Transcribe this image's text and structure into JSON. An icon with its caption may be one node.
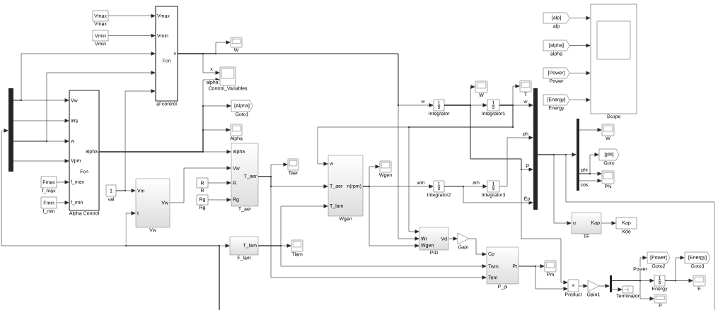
{
  "diagram": {
    "nodes": [
      {
        "text": [
          "Vmax"
        ],
        "beside": [
          "Vmax"
        ]
      },
      {
        "text": [
          "Vmin"
        ],
        "beside": [
          "Vmin"
        ]
      },
      {
        "text": [
          "Vmax",
          "Vmin",
          "Fcn",
          "x"
        ],
        "beside": [
          "af control"
        ]
      },
      {
        "text": [],
        "shape": "bar"
      },
      {
        "text": [
          "Vw",
          "Ws",
          "w",
          "Vpm",
          "f_max",
          "f_min",
          "Fcn",
          "alpha"
        ],
        "beside": [
          "Alpha Control"
        ]
      },
      {
        "text": [
          "Fmax"
        ],
        "beside": [
          "f_max"
        ]
      },
      {
        "text": [
          "Fmin"
        ],
        "beside": [
          "f_min"
        ]
      },
      {
        "text": [],
        "shape": "box",
        "beside": [
          "W"
        ]
      },
      {
        "text": [],
        "shape": "box",
        "beside": [
          "Control_Variables"
        ]
      },
      {
        "text": [
          "[Alpha]"
        ],
        "beside": [
          "Goto1"
        ]
      },
      {
        "text": [],
        "shape": "box",
        "beside": [
          "Alpha"
        ]
      },
      {
        "text": [
          "1"
        ],
        "beside": [
          "val"
        ]
      },
      {
        "text": [
          "Vm",
          "t",
          "Vw"
        ],
        "beside": [
          "Vw"
        ]
      },
      {
        "text": [
          "alpha",
          "Vw",
          "R",
          "Rg",
          "T_aer"
        ],
        "beside": [
          "T_aer"
        ]
      },
      {
        "text": [
          "R"
        ],
        "beside": [
          "R"
        ]
      },
      {
        "text": [
          "Rg"
        ],
        "beside": [
          "Rg"
        ]
      },
      {
        "text": [
          "T_lam"
        ],
        "beside": [
          "F_lam"
        ]
      },
      {
        "text": [],
        "shape": "box",
        "beside": [
          "Taer"
        ]
      },
      {
        "text": [],
        "shape": "box",
        "beside": [
          "Tlam"
        ]
      },
      {
        "text": [
          "w",
          "T_aer",
          "T_lam",
          "n(rpm)"
        ],
        "beside": [
          "Wgen"
        ]
      },
      {
        "text": [],
        "shape": "box",
        "beside": [
          "Wgen"
        ]
      },
      {
        "text": [
          "1",
          "s"
        ],
        "beside": [
          "Integrator"
        ]
      },
      {
        "text": [],
        "shape": "box",
        "beside": [
          "W"
        ]
      },
      {
        "text": [
          "1",
          "s"
        ],
        "beside": [
          "Integrator1"
        ]
      },
      {
        "text": [],
        "shape": "box",
        "beside": [
          "T"
        ]
      },
      {
        "text": [
          "1",
          "s"
        ],
        "beside": [
          "Integrator2"
        ]
      },
      {
        "text": [
          "1",
          "s"
        ],
        "beside": [
          "Integrator3"
        ]
      },
      {
        "text": [],
        "shape": "bar"
      },
      {
        "text": [
          "[alp]"
        ],
        "beside": [
          "alp"
        ]
      },
      {
        "text": [
          "[alpha]"
        ],
        "beside": [
          "alpha"
        ]
      },
      {
        "text": [
          "[Power]"
        ],
        "beside": [
          "Power"
        ]
      },
      {
        "text": [
          "[Energy]"
        ],
        "beside": [
          "Energy"
        ]
      },
      {
        "text": [],
        "shape": "box",
        "beside": [
          "Scope"
        ]
      },
      {
        "text": [],
        "shape": "bar"
      },
      {
        "text": [],
        "shape": "box",
        "beside": [
          "W"
        ]
      },
      {
        "text": [
          "[phi]"
        ],
        "beside": [
          "Goto"
        ]
      },
      {
        "text": [],
        "shape": "box",
        "beside": [
          "Phi"
        ]
      },
      {
        "text": [
          "u",
          "Kap"
        ],
        "beside": [
          "TF"
        ]
      },
      {
        "text": [
          "Kap"
        ],
        "beside": [
          "Kde"
        ]
      },
      {
        "text": [
          "Wr",
          "Wgen",
          "Vd"
        ],
        "beside": [
          "PID"
        ]
      },
      {
        "text": [],
        "shape": "triangle",
        "beside": [
          "Gain"
        ]
      },
      {
        "text": [
          "Cp",
          "Twm",
          "Tem",
          "Pt"
        ],
        "beside": [
          "P_pi"
        ]
      },
      {
        "text": [],
        "shape": "box",
        "beside": [
          "Pm"
        ]
      },
      {
        "text": [
          "×"
        ],
        "beside": [
          "Product"
        ]
      },
      {
        "text": [],
        "shape": "triangle",
        "beside": [
          "Gain1"
        ]
      },
      {
        "text": [],
        "shape": "bar"
      },
      {
        "text": [],
        "shape": "box",
        "beside": [
          "Terminator"
        ]
      },
      {
        "text": [
          "[Power]"
        ],
        "beside": [
          "Goto2"
        ]
      },
      {
        "text": [
          "1",
          "s"
        ],
        "beside": [
          "Energy"
        ]
      },
      {
        "text": [],
        "shape": "box",
        "beside": [
          "P"
        ]
      },
      {
        "text": [
          "[Energy]"
        ],
        "beside": [
          "Goto3"
        ]
      },
      {
        "text": [],
        "shape": "box",
        "beside": [
          "E"
        ]
      }
    ],
    "edges": [
      {
        "from": 0,
        "to": 2,
        "arrow": "to"
      },
      {
        "from": 1,
        "to": 2,
        "arrow": "to"
      },
      {
        "from": 3,
        "to": 2,
        "arrow": "to"
      },
      {
        "from": 3,
        "to": 4,
        "arrow": "to"
      },
      {
        "from": 3,
        "to": 4,
        "arrow": "to"
      },
      {
        "from": 3,
        "to": 4,
        "arrow": "to"
      },
      {
        "from": 3,
        "to": 2,
        "arrow": "to"
      },
      {
        "from": 3,
        "to": 4,
        "arrow": "to"
      },
      {
        "from": 5,
        "to": 4,
        "arrow": "to"
      },
      {
        "from": 6,
        "to": 4,
        "arrow": "to"
      },
      {
        "from": 11,
        "to": 12,
        "arrow": "to"
      },
      {
        "from": 11,
        "to": 2,
        "arrow": "to"
      },
      {
        "from": 2,
        "to": 7,
        "arrow": "to"
      },
      {
        "from": 2,
        "to": 8,
        "arrow": "to",
        "label": "x"
      },
      {
        "from": 2,
        "to": 21,
        "arrow": "to",
        "label": "w"
      },
      {
        "from": 2,
        "to": 39,
        "arrow": "to"
      },
      {
        "from": 4,
        "to": 8,
        "arrow": "to",
        "label": "alpha"
      },
      {
        "from": 4,
        "to": 9,
        "arrow": "to"
      },
      {
        "from": 4,
        "to": 10,
        "arrow": "to"
      },
      {
        "from": 4,
        "to": 13,
        "arrow": "to"
      },
      {
        "from": 12,
        "to": 13,
        "arrow": "to"
      },
      {
        "from": 14,
        "to": 13,
        "arrow": "to"
      },
      {
        "from": 15,
        "to": 13,
        "arrow": "to"
      },
      {
        "from": 13,
        "to": 17,
        "arrow": "to"
      },
      {
        "from": 13,
        "to": 19,
        "arrow": "to"
      },
      {
        "from": 13,
        "to": 41,
        "arrow": "to"
      },
      {
        "from": 16,
        "to": 18,
        "arrow": "to"
      },
      {
        "from": 16,
        "to": 19,
        "arrow": "to"
      },
      {
        "from": 16,
        "to": 41,
        "arrow": "to"
      },
      {
        "from": 19,
        "to": 20,
        "arrow": "to"
      },
      {
        "from": 19,
        "to": 39,
        "arrow": "to"
      },
      {
        "from": 19,
        "to": 25,
        "arrow": "to",
        "label": "wm"
      },
      {
        "from": 25,
        "to": 26,
        "arrow": "to",
        "label": "am"
      },
      {
        "from": 25,
        "to": 27,
        "arrow": "to",
        "label": "Ep"
      },
      {
        "from": 26,
        "to": 27,
        "arrow": "to",
        "label": "ph"
      },
      {
        "from": 21,
        "to": 22,
        "arrow": "to"
      },
      {
        "from": 21,
        "to": 23,
        "arrow": "to"
      },
      {
        "from": 21,
        "to": 27,
        "arrow": "to",
        "label": "P"
      },
      {
        "from": 21,
        "to": 43,
        "arrow": "to"
      },
      {
        "from": 23,
        "to": 24,
        "arrow": "to"
      },
      {
        "from": 23,
        "to": 27,
        "arrow": "to",
        "label": "w"
      },
      {
        "from": 23,
        "to": 19,
        "arrow": "to"
      },
      {
        "from": 23,
        "to": 39,
        "arrow": "to"
      },
      {
        "from": 28,
        "to": 32,
        "arrow": "to"
      },
      {
        "from": 29,
        "to": 32,
        "arrow": "to"
      },
      {
        "from": 30,
        "to": 32,
        "arrow": "to"
      },
      {
        "from": 31,
        "to": 32,
        "arrow": "to"
      },
      {
        "from": 27,
        "to": 33,
        "arrow": "to"
      },
      {
        "from": 27,
        "to": 37,
        "arrow": "to"
      },
      {
        "from": 27,
        "to": null,
        "arrow": "none"
      },
      {
        "from": null,
        "to": 16,
        "arrow": "to"
      },
      {
        "from": null,
        "to": 3,
        "arrow": "to"
      },
      {
        "from": null,
        "to": 12,
        "arrow": "to"
      },
      {
        "from": 33,
        "to": 34,
        "arrow": "to"
      },
      {
        "from": 33,
        "to": 35,
        "arrow": "to",
        "label": "phi"
      },
      {
        "from": 33,
        "to": 36,
        "arrow": "to"
      },
      {
        "from": 33,
        "to": 36,
        "arrow": "to",
        "label": "cos"
      },
      {
        "from": 37,
        "to": 38,
        "arrow": "to"
      },
      {
        "from": 39,
        "to": 40,
        "arrow": "to"
      },
      {
        "from": 40,
        "to": 41,
        "arrow": "to"
      },
      {
        "from": 41,
        "to": 42,
        "arrow": "to"
      },
      {
        "from": 41,
        "to": 43,
        "arrow": "to"
      },
      {
        "from": 43,
        "to": 44,
        "arrow": "to"
      },
      {
        "from": 44,
        "to": 45,
        "arrow": "to"
      },
      {
        "from": 45,
        "to": 46,
        "arrow": "to"
      },
      {
        "from": 45,
        "to": 47,
        "arrow": "to",
        "label": "Power"
      },
      {
        "from": 45,
        "to": 48,
        "arrow": "to"
      },
      {
        "from": 45,
        "to": 49,
        "arrow": "to"
      },
      {
        "from": 48,
        "to": 50,
        "arrow": "to"
      },
      {
        "from": 48,
        "to": 51,
        "arrow": "to"
      }
    ]
  }
}
